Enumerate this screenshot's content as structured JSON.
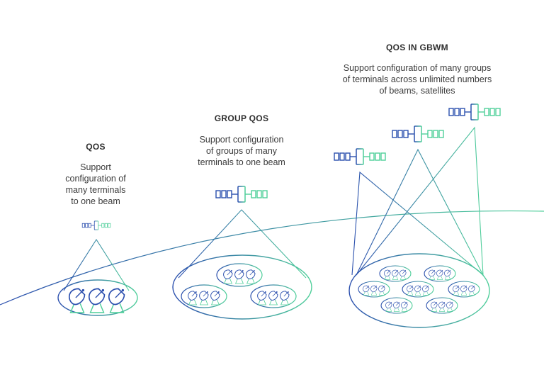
{
  "panels": [
    {
      "title": "QOS",
      "description": "Support\nconfiguration of\nmany terminals\nto one beam"
    },
    {
      "title": "GROUP QOS",
      "description": "Support configuration\nof groups of many\nterminals to one beam"
    },
    {
      "title": "QOS IN GBWM",
      "description": "Support configuration of many groups\nof terminals across unlimited numbers\nof beams, satellites"
    }
  ],
  "colors": {
    "blue": "#2b4fae",
    "teal": "#4fcf9a",
    "text": "#3b3b3b"
  },
  "icons": [
    "satellite-icon",
    "satellite-dish-icon"
  ]
}
